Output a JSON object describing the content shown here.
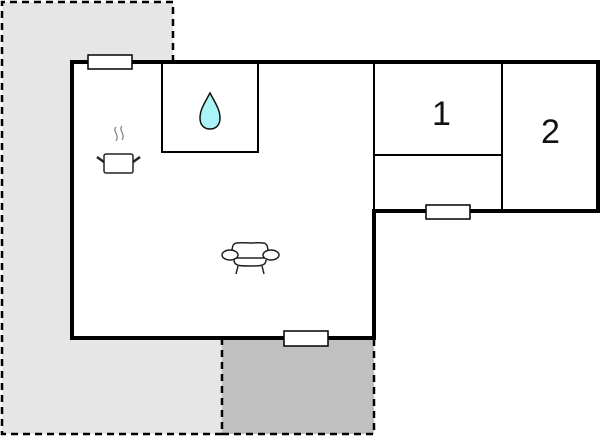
{
  "floorplan": {
    "colors": {
      "terrace_light": "#e6e6e6",
      "terrace_dark": "#c0c0c0",
      "wall": "#000000",
      "water": "#aaf4f7",
      "icon_stroke": "#222222",
      "steam": "#888888"
    },
    "rooms": [
      {
        "id": "living-kitchen",
        "label": ""
      },
      {
        "id": "bathroom",
        "label": ""
      },
      {
        "id": "bedroom-1",
        "label": "1"
      },
      {
        "id": "hallway",
        "label": ""
      },
      {
        "id": "bedroom-2",
        "label": "2"
      }
    ],
    "areas": [
      {
        "id": "terrace-left",
        "type": "outdoor-dashed-light"
      },
      {
        "id": "terrace-bottom",
        "type": "outdoor-dashed-dark"
      }
    ],
    "icons": [
      {
        "name": "water-drop-icon",
        "room": "bathroom"
      },
      {
        "name": "cooking-pot-icon",
        "room": "living-kitchen"
      },
      {
        "name": "sofa-icon",
        "room": "living-kitchen"
      }
    ],
    "windows": [
      {
        "id": "window-top-left"
      },
      {
        "id": "window-hallway"
      },
      {
        "id": "window-bottom"
      }
    ]
  }
}
